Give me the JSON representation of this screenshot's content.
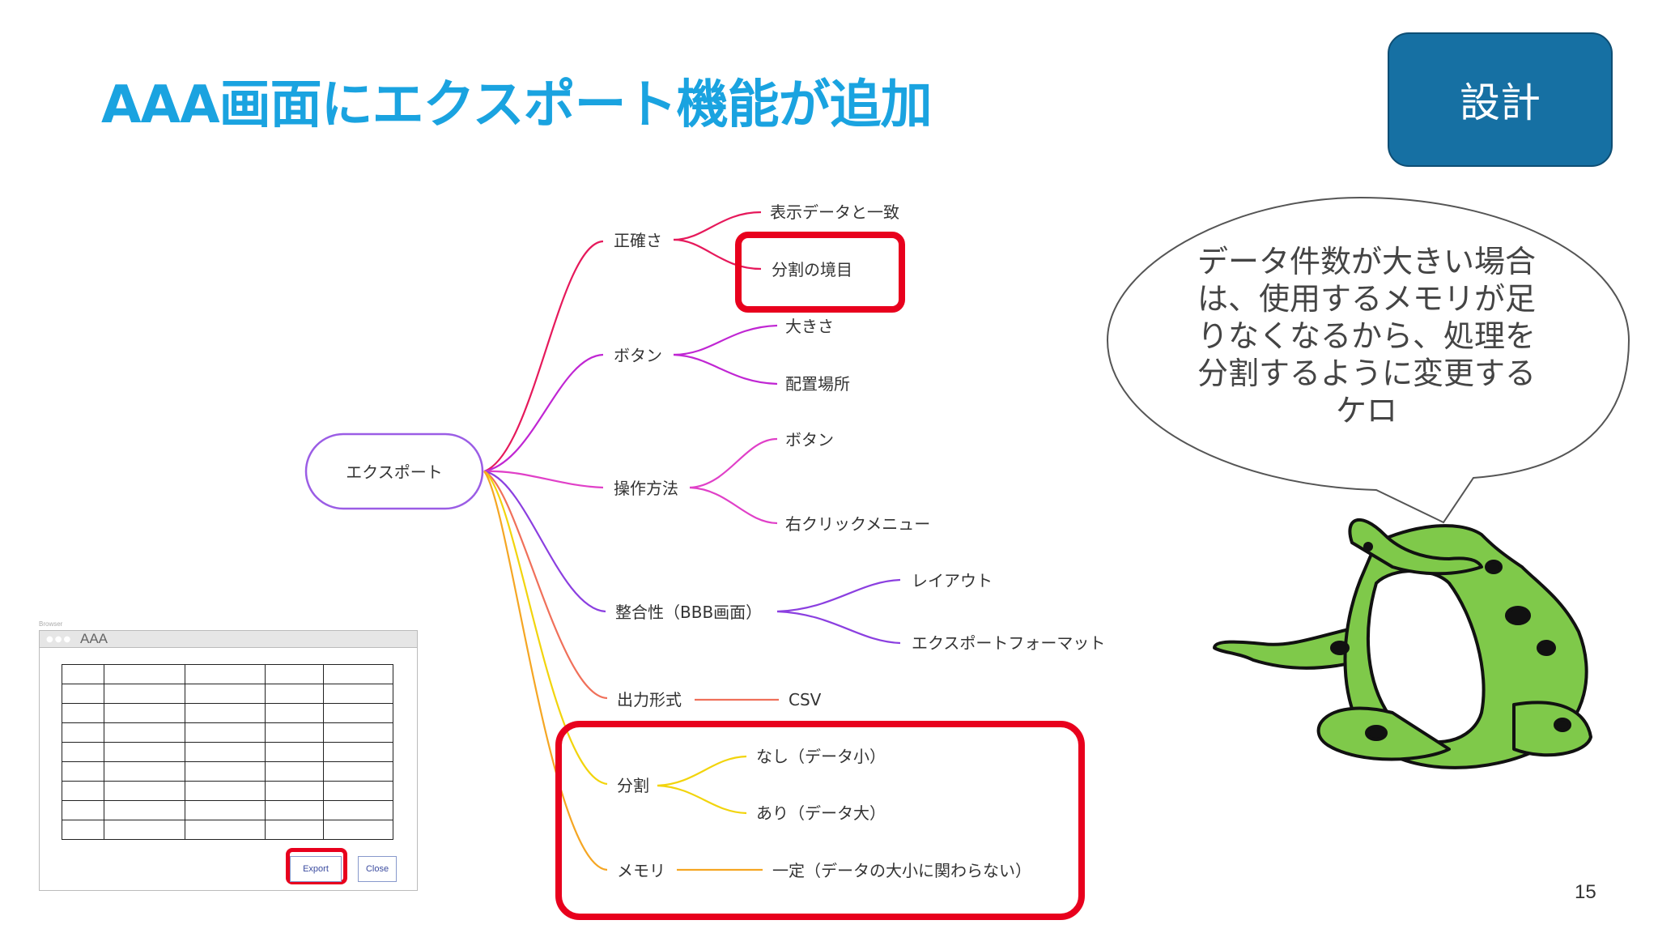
{
  "slide": {
    "title": "AAA画面にエクスポート機能が追加",
    "badge": "設計",
    "page_number": "15"
  },
  "mindmap": {
    "root": "エクスポート",
    "branches": [
      {
        "label": "正確さ",
        "color": "#e6195b",
        "children": [
          "表示データと一致",
          "分割の境目"
        ]
      },
      {
        "label": "ボタン",
        "color": "#c026d3",
        "children": [
          "大きさ",
          "配置場所"
        ]
      },
      {
        "label": "操作方法",
        "color": "#e040c8",
        "children": [
          "ボタン",
          "右クリックメニュー"
        ]
      },
      {
        "label": "整合性（BBB画面）",
        "color": "#8b3fe0",
        "children": [
          "レイアウト",
          "エクスポートフォーマット"
        ]
      },
      {
        "label": "出力形式",
        "color": "#f0705a",
        "children": [
          "CSV"
        ]
      },
      {
        "label": "分割",
        "color": "#f2d40c",
        "children": [
          "なし（データ小）",
          "あり（データ大）"
        ]
      },
      {
        "label": "メモリ",
        "color": "#f5a623",
        "children": [
          "一定（データの大小に関わらない）"
        ]
      }
    ],
    "root_border_color": "#9b5de5",
    "highlight_color": "#e8001d"
  },
  "speech_bubble": {
    "lines": [
      "データ件数が大きい場合",
      "は、使用するメモリが足",
      "りなくなるから、処理を",
      "分割するように変更する",
      "ケロ"
    ]
  },
  "browser_mock": {
    "caption": "Browser",
    "title": "AAA",
    "export_label": "Export",
    "close_label": "Close",
    "table_rows": 9,
    "table_cols": 5
  }
}
